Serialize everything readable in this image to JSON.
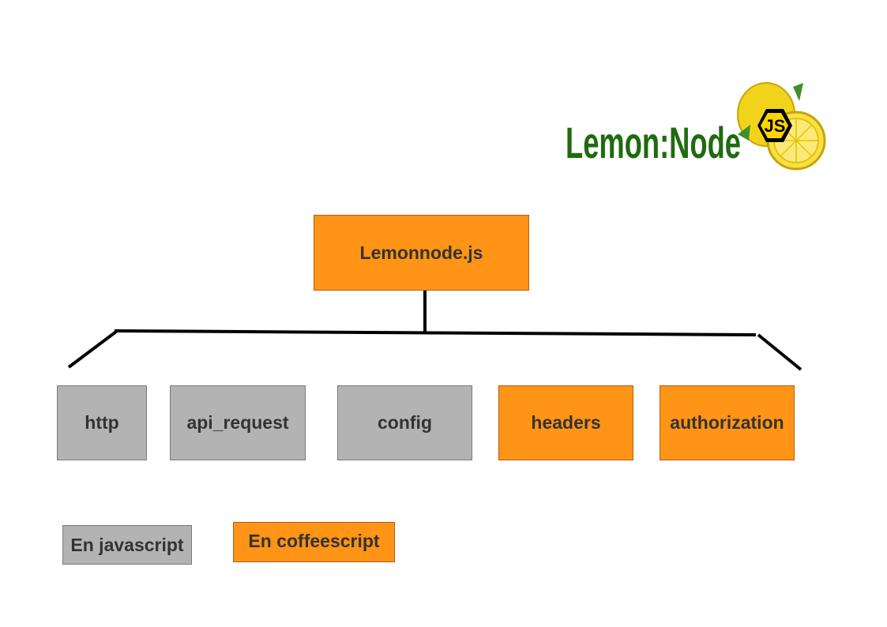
{
  "logo": {
    "wordmark": "Lemon:Node",
    "badge": "JS",
    "colors": {
      "text": "#1f6b10",
      "lemon": "#f2d31b",
      "lemon_dark": "#c9a400",
      "leaf": "#3f8f2a",
      "badge": "#ffd400"
    }
  },
  "diagram": {
    "root": {
      "label": "Lemonnode.js",
      "lang": "coffeescript"
    },
    "children": [
      {
        "label": "http",
        "lang": "javascript"
      },
      {
        "label": "api_request",
        "lang": "javascript"
      },
      {
        "label": "config",
        "lang": "javascript"
      },
      {
        "label": "headers",
        "lang": "coffeescript"
      },
      {
        "label": "authorization",
        "lang": "coffeescript"
      }
    ]
  },
  "legend": {
    "javascript": "En javascript",
    "coffeescript": "En coffeescript"
  },
  "colors": {
    "javascript_fill": "#b3b3b3",
    "coffeescript_fill": "#ff9416",
    "text": "#333333",
    "connector": "#000000"
  }
}
